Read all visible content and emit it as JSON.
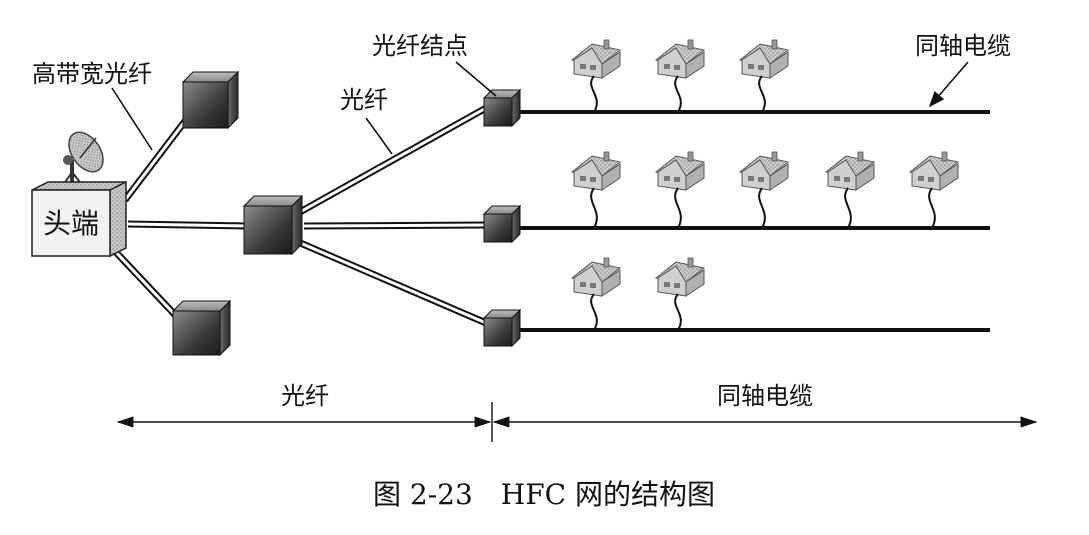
{
  "labels": {
    "headend": "头端",
    "high_bandwidth_fiber": "高带宽光纤",
    "fiber_node": "光纤结点",
    "fiber_top": "光纤",
    "coax_top": "同轴电缆",
    "fiber_bottom": "光纤",
    "coax_bottom": "同轴电缆"
  },
  "caption": "图 2-23　HFC 网的结构图",
  "houses_per_line": [
    3,
    5,
    2
  ]
}
